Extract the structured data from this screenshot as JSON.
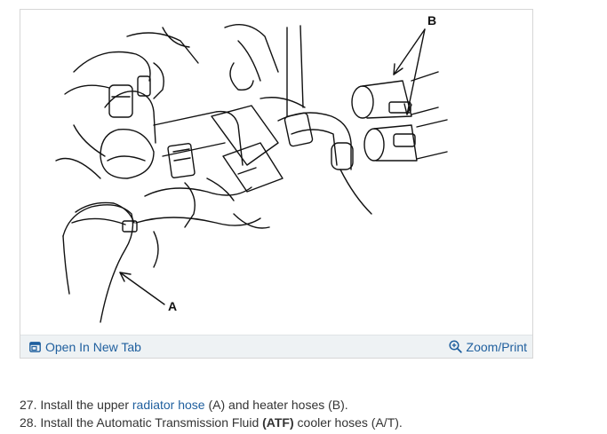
{
  "figure": {
    "callout_a": "A",
    "callout_b": "B",
    "open_tab_label": "Open In New Tab",
    "zoom_label": "Zoom/Print",
    "icons": {
      "open_tab": "open-in-new-tab-icon",
      "zoom": "zoom-in-icon"
    }
  },
  "steps": [
    {
      "number": "27.",
      "text_before": "Install the upper ",
      "link_text": "radiator hose",
      "text_after": " (A) and heater hoses (B)."
    },
    {
      "number": "28.",
      "text_before": "Install the Automatic Transmission Fluid ",
      "bold_text": "(ATF)",
      "text_after": " cooler hoses (A/T)."
    }
  ],
  "colors": {
    "link": "#1f5f9e",
    "toolbar_bg": "#eef2f4",
    "card_border": "#d6d6d6",
    "body_text": "#333333"
  }
}
